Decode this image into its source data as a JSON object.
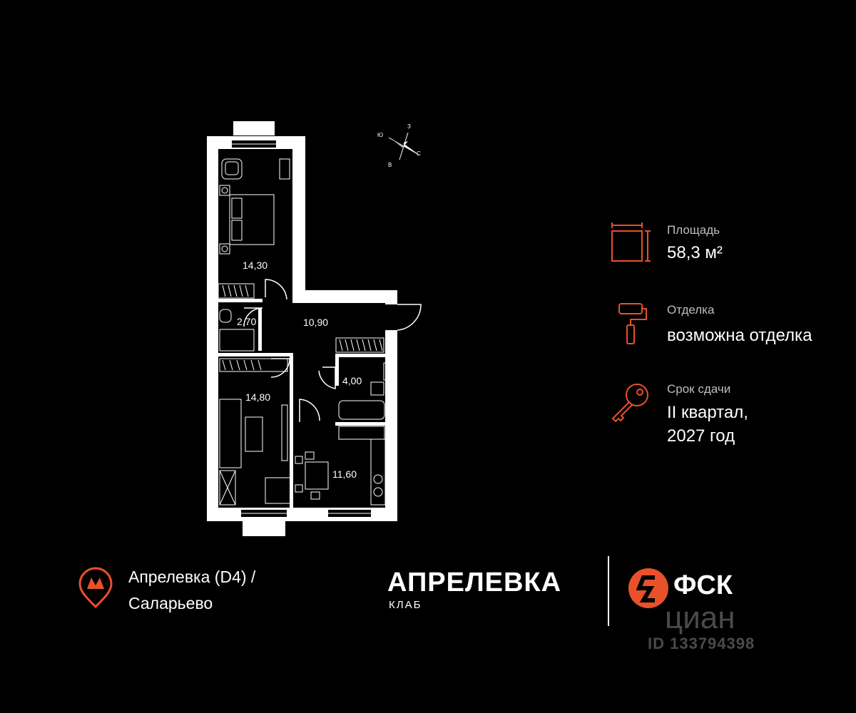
{
  "plan": {
    "rooms": [
      {
        "id": "bedroom",
        "area": "14,30"
      },
      {
        "id": "bathroom-small",
        "area": "2,70"
      },
      {
        "id": "hall",
        "area": "10,90"
      },
      {
        "id": "bathroom",
        "area": "4,00"
      },
      {
        "id": "living-room",
        "area": "14,80"
      },
      {
        "id": "kitchen",
        "area": "11,60"
      }
    ],
    "compass": {
      "south": "Ю",
      "west": "З",
      "north": "С",
      "east": "В"
    }
  },
  "info": {
    "area": {
      "label": "Площадь",
      "value": "58,3 м²",
      "icon": "floor-area-icon"
    },
    "finish": {
      "label": "Отделка",
      "value": "возможна отделка",
      "icon": "paint-roller-icon"
    },
    "deadline": {
      "label": "Срок сдачи",
      "value_line1": "II квартал,",
      "value_line2": "2027 год",
      "icon": "key-icon"
    }
  },
  "footer": {
    "metro": {
      "line1": "Апрелевка (D4)  /",
      "line2": "Саларьево",
      "icon": "metro-pin-icon"
    },
    "project": {
      "name": "АПРЕЛЕВКА",
      "sub": "КЛАБ"
    },
    "developer": {
      "name": "ФСК",
      "icon": "fsk-logo-icon"
    }
  },
  "watermark": {
    "brand": "циан",
    "id": "ID 133794398"
  },
  "colors": {
    "accent": "#e8512a",
    "background": "#000000",
    "text": "#ffffff",
    "muted": "#bdbdbd"
  }
}
